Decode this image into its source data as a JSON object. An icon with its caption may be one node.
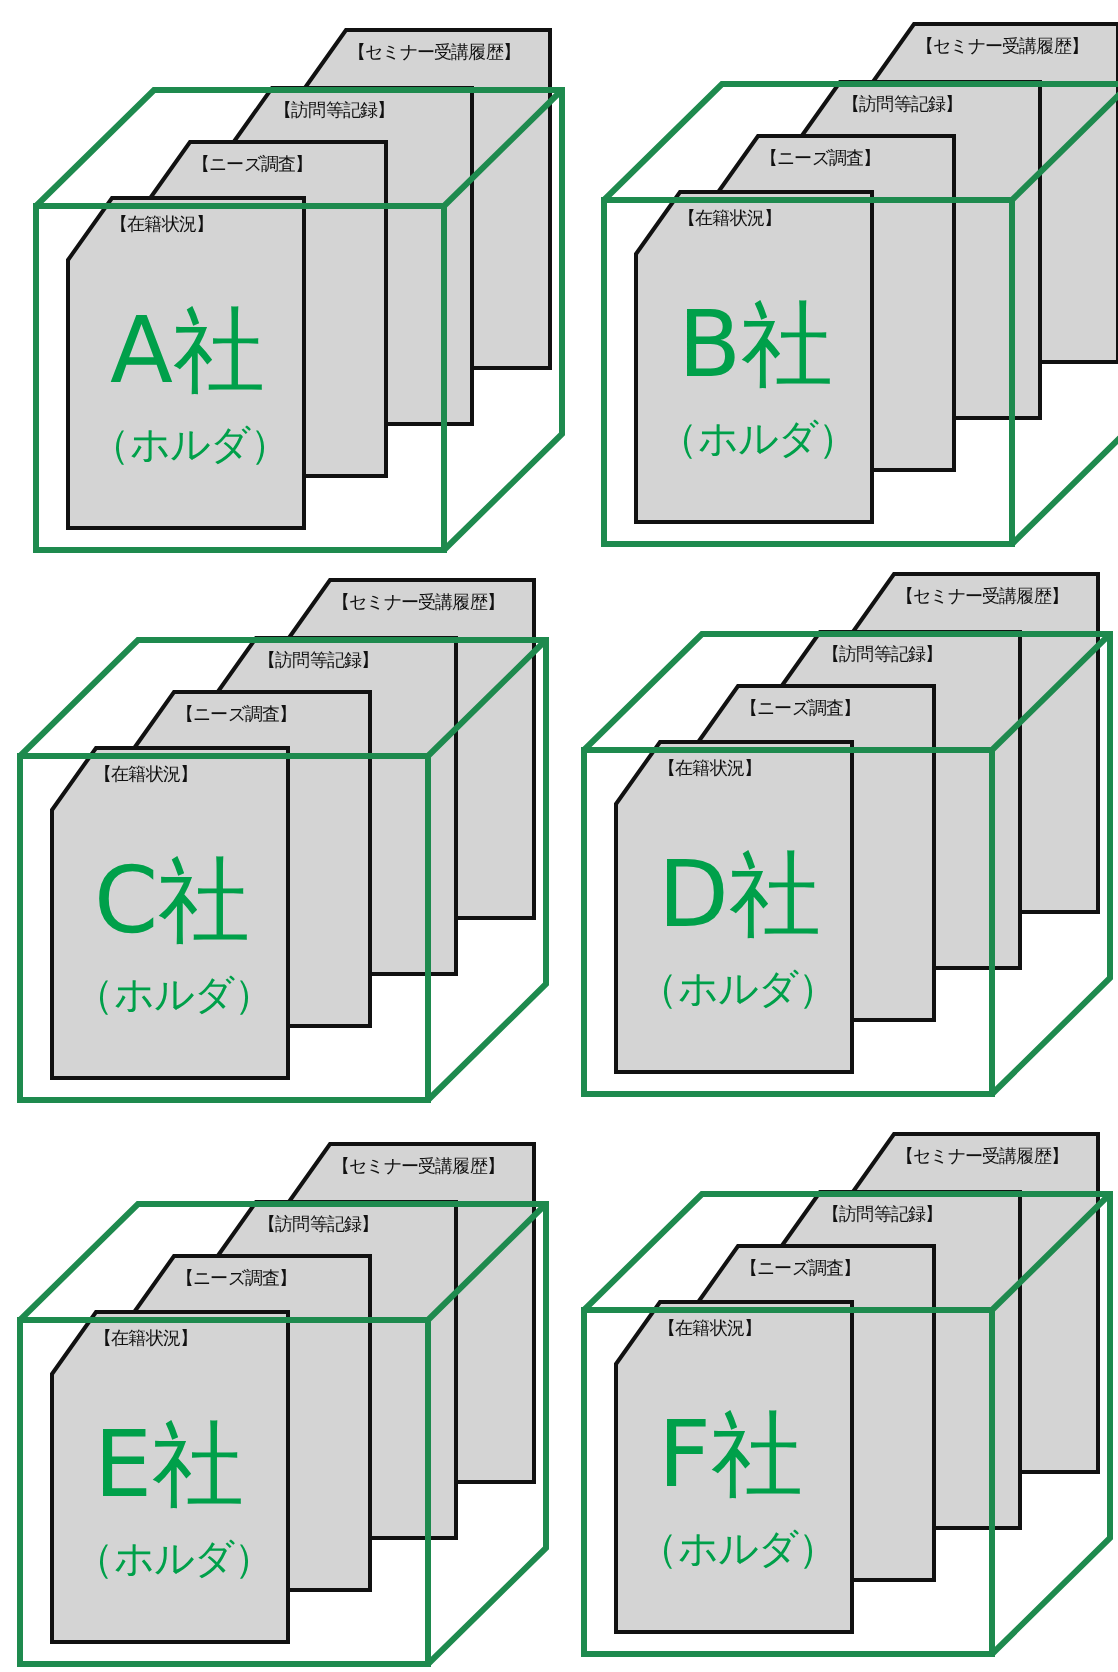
{
  "diagram": {
    "nodes": [
      {
        "text": [
          "【セミナー受講履歴】"
        ]
      },
      {
        "text": [
          "【訪問等記録】"
        ]
      },
      {
        "text": [
          "【ニーズ調査】"
        ]
      },
      {
        "text": [
          "【在籍状況】",
          "A社",
          "（ホルダ）"
        ]
      },
      {
        "text": [
          "【セミナー受講履歴】"
        ]
      },
      {
        "text": [
          "【訪問等記録】"
        ]
      },
      {
        "text": [
          "【ニーズ調査】"
        ]
      },
      {
        "text": [
          "【在籍状況】",
          "B社",
          "（ホルダ）"
        ]
      },
      {
        "text": [
          "【セミナー受講履歴】"
        ]
      },
      {
        "text": [
          "【訪問等記録】"
        ]
      },
      {
        "text": [
          "【ニーズ調査】"
        ]
      },
      {
        "text": [
          "【在籍状況】",
          "C社",
          "（ホルダ）"
        ]
      },
      {
        "text": [
          "【セミナー受講履歴】"
        ]
      },
      {
        "text": [
          "【訪問等記録】"
        ]
      },
      {
        "text": [
          "【ニーズ調査】"
        ]
      },
      {
        "text": [
          "【在籍状況】",
          "D社",
          "（ホルダ）"
        ]
      },
      {
        "text": [
          "【セミナー受講履歴】"
        ]
      },
      {
        "text": [
          "【訪問等記録】"
        ]
      },
      {
        "text": [
          "【ニーズ調査】"
        ]
      },
      {
        "text": [
          "【在籍状況】",
          "E社",
          "（ホルダ）"
        ]
      },
      {
        "text": [
          "【セミナー受講履歴】"
        ]
      },
      {
        "text": [
          "【訪問等記録】"
        ]
      },
      {
        "text": [
          "【ニーズ調査】"
        ]
      },
      {
        "text": [
          "【在籍状況】",
          "F社",
          "（ホルダ）"
        ]
      }
    ]
  }
}
